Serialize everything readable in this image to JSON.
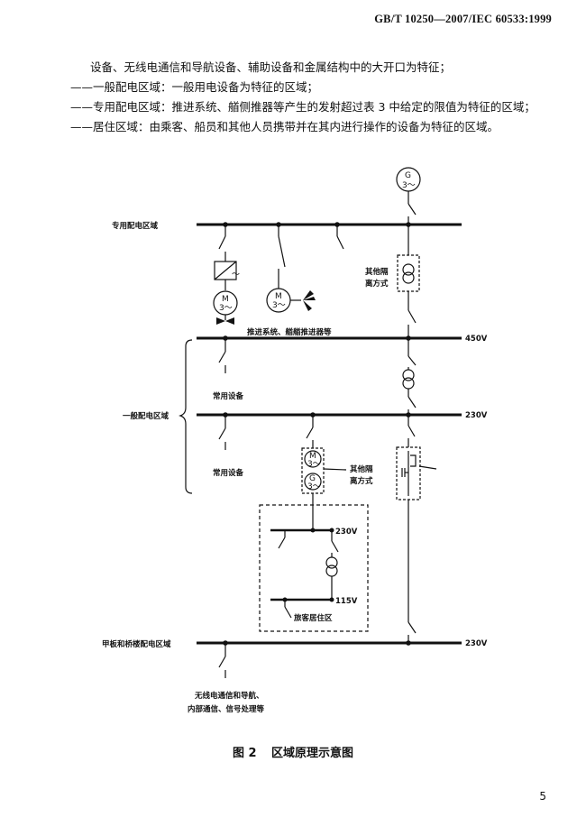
{
  "header": {
    "standard": "GB/T 10250—2007/IEC 60533:1999"
  },
  "paragraphs": [
    "设备、无线电通信和导航设备、辅助设备和金属结构中的大开口为特征；",
    "——一般配电区域：一般用电设备为特征的区域；",
    "——专用配电区域：推进系统、艏侧推器等产生的发射超过表 3 中给定的限值为特征的区域；",
    "——居住区域：由乘客、船员和其他人员携带并在其内进行操作的设备为特征的区域。"
  ],
  "diagram": {
    "zone_special": "专用配电区域",
    "zone_general": "一般配电区域",
    "zone_deck": "甲板和桥楼配电区域",
    "isolation_1": [
      "其他隔",
      "离方式"
    ],
    "isolation_2": [
      "其他隔",
      "离方式"
    ],
    "propulsion": "推进系统、艏艏推进器等",
    "common_1": "常用设备",
    "common_2": "常用设备",
    "voltage_450": "450V",
    "voltage_230_a": "230V",
    "voltage_230_b": "230V",
    "voltage_230_c": "230V",
    "voltage_115": "115V",
    "passenger": "旅客居住区",
    "radio": [
      "无线电通信和导航、",
      "内部通信、信号处理等"
    ],
    "gen_letter": "G",
    "motor_letter": "M",
    "phase": "3～",
    "rect_symbol": "～"
  },
  "caption": {
    "number": "图 2",
    "title": "区域原理示意图"
  },
  "page_number": "5"
}
